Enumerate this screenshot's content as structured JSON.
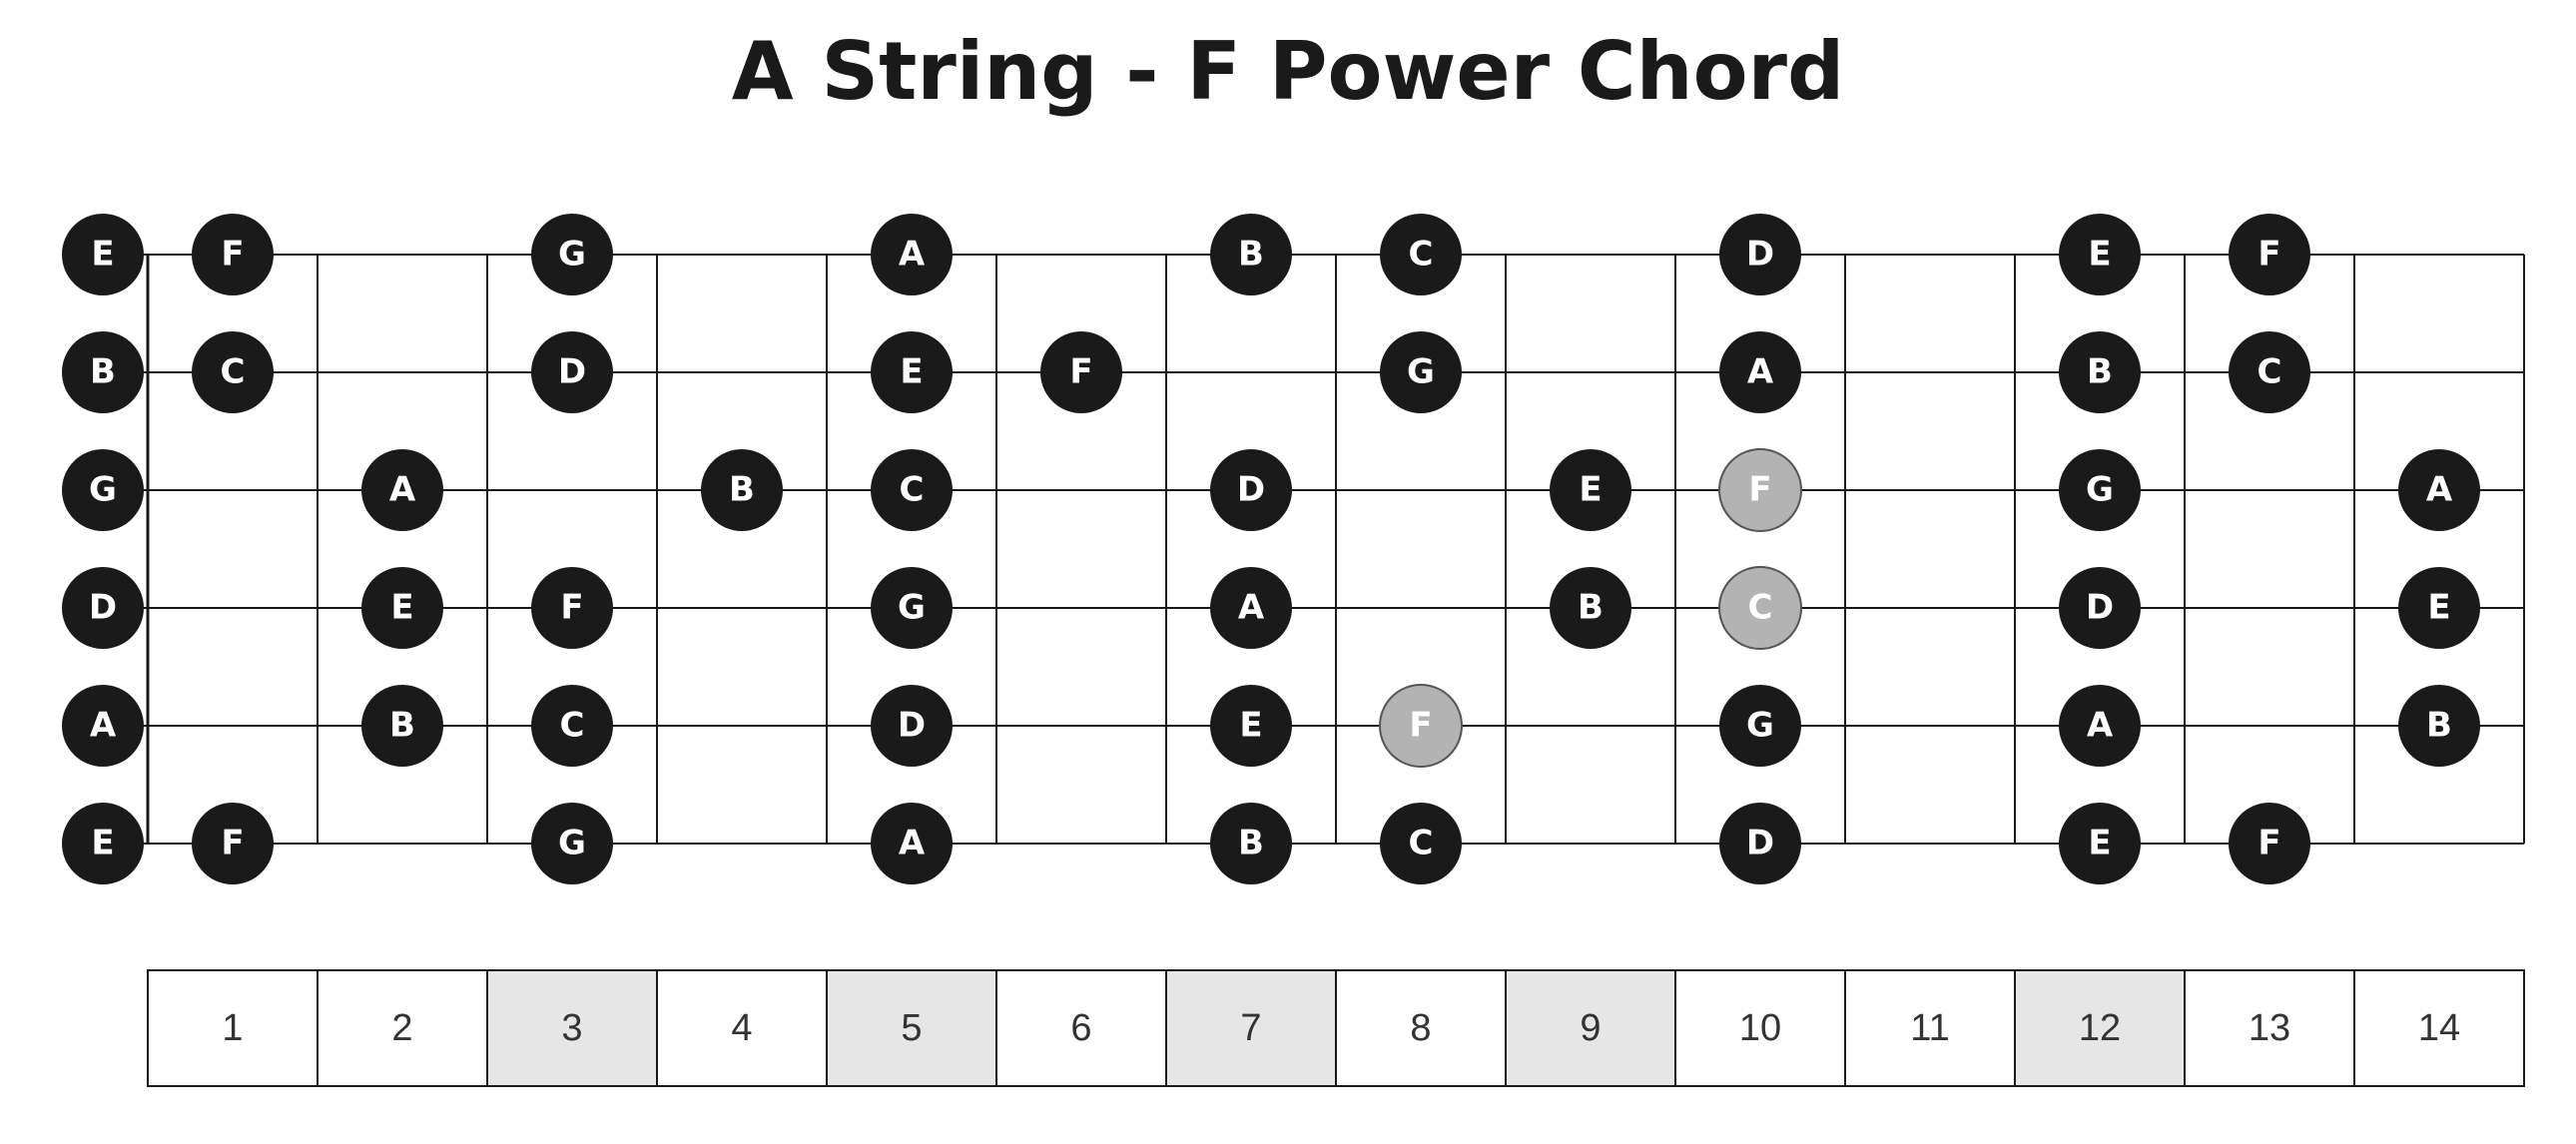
{
  "title": "A String - F Power Chord",
  "colors": {
    "note": "#1a1a1a",
    "chord_note": "#b3b3b3",
    "shaded_fret_box": "#e6e6e6",
    "line": "#1a1a1a"
  },
  "fretboard": {
    "fret_count": 14,
    "strings": [
      {
        "name": "E",
        "notes": [
          {
            "fret": 0,
            "label": "E"
          },
          {
            "fret": 1,
            "label": "F"
          },
          {
            "fret": 3,
            "label": "G"
          },
          {
            "fret": 5,
            "label": "A"
          },
          {
            "fret": 7,
            "label": "B"
          },
          {
            "fret": 8,
            "label": "C"
          },
          {
            "fret": 10,
            "label": "D"
          },
          {
            "fret": 12,
            "label": "E"
          },
          {
            "fret": 13,
            "label": "F"
          }
        ]
      },
      {
        "name": "B",
        "notes": [
          {
            "fret": 0,
            "label": "B"
          },
          {
            "fret": 1,
            "label": "C"
          },
          {
            "fret": 3,
            "label": "D"
          },
          {
            "fret": 5,
            "label": "E"
          },
          {
            "fret": 6,
            "label": "F"
          },
          {
            "fret": 8,
            "label": "G"
          },
          {
            "fret": 10,
            "label": "A"
          },
          {
            "fret": 12,
            "label": "B"
          },
          {
            "fret": 13,
            "label": "C"
          }
        ]
      },
      {
        "name": "G",
        "notes": [
          {
            "fret": 0,
            "label": "G"
          },
          {
            "fret": 2,
            "label": "A"
          },
          {
            "fret": 4,
            "label": "B"
          },
          {
            "fret": 5,
            "label": "C"
          },
          {
            "fret": 7,
            "label": "D"
          },
          {
            "fret": 9,
            "label": "E"
          },
          {
            "fret": 10,
            "label": "F",
            "chord": true
          },
          {
            "fret": 12,
            "label": "G"
          },
          {
            "fret": 14,
            "label": "A"
          }
        ]
      },
      {
        "name": "D",
        "notes": [
          {
            "fret": 0,
            "label": "D"
          },
          {
            "fret": 2,
            "label": "E"
          },
          {
            "fret": 3,
            "label": "F"
          },
          {
            "fret": 5,
            "label": "G"
          },
          {
            "fret": 7,
            "label": "A"
          },
          {
            "fret": 9,
            "label": "B"
          },
          {
            "fret": 10,
            "label": "C",
            "chord": true
          },
          {
            "fret": 12,
            "label": "D"
          },
          {
            "fret": 14,
            "label": "E"
          }
        ]
      },
      {
        "name": "A",
        "notes": [
          {
            "fret": 0,
            "label": "A"
          },
          {
            "fret": 2,
            "label": "B"
          },
          {
            "fret": 3,
            "label": "C"
          },
          {
            "fret": 5,
            "label": "D"
          },
          {
            "fret": 7,
            "label": "E"
          },
          {
            "fret": 8,
            "label": "F",
            "chord": true
          },
          {
            "fret": 10,
            "label": "G"
          },
          {
            "fret": 12,
            "label": "A"
          },
          {
            "fret": 14,
            "label": "B"
          }
        ]
      },
      {
        "name": "E",
        "notes": [
          {
            "fret": 0,
            "label": "E"
          },
          {
            "fret": 1,
            "label": "F"
          },
          {
            "fret": 3,
            "label": "G"
          },
          {
            "fret": 5,
            "label": "A"
          },
          {
            "fret": 7,
            "label": "B"
          },
          {
            "fret": 8,
            "label": "C"
          },
          {
            "fret": 10,
            "label": "D"
          },
          {
            "fret": 12,
            "label": "E"
          },
          {
            "fret": 13,
            "label": "F"
          }
        ]
      }
    ]
  },
  "fret_numbers": [
    {
      "label": "1",
      "shaded": false
    },
    {
      "label": "2",
      "shaded": false
    },
    {
      "label": "3",
      "shaded": true
    },
    {
      "label": "4",
      "shaded": false
    },
    {
      "label": "5",
      "shaded": true
    },
    {
      "label": "6",
      "shaded": false
    },
    {
      "label": "7",
      "shaded": true
    },
    {
      "label": "8",
      "shaded": false
    },
    {
      "label": "9",
      "shaded": true
    },
    {
      "label": "10",
      "shaded": false
    },
    {
      "label": "11",
      "shaded": false
    },
    {
      "label": "12",
      "shaded": true
    },
    {
      "label": "13",
      "shaded": false
    },
    {
      "label": "14",
      "shaded": false
    }
  ]
}
